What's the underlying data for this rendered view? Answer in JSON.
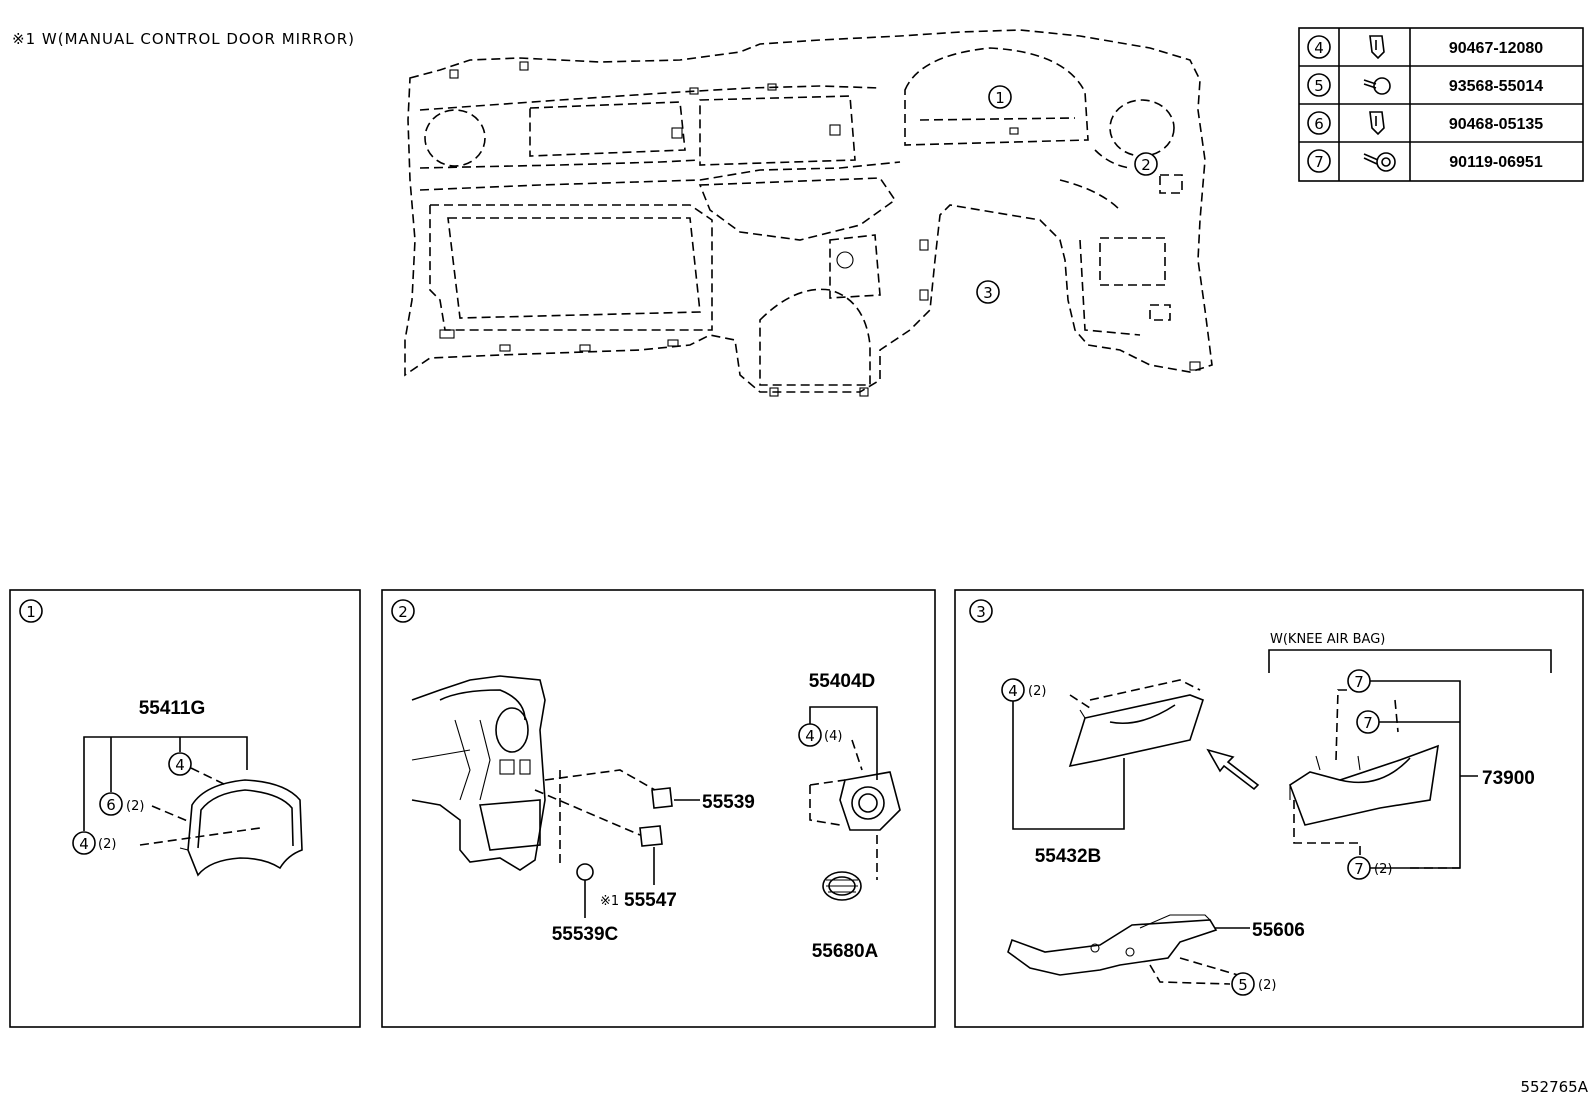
{
  "note": "※1 W(MANUAL  CONTROL  DOOR  MIRROR)",
  "diagram_id": "552765A",
  "main_callouts": [
    "1",
    "2",
    "3"
  ],
  "fastener_table": [
    {
      "ref": "4",
      "part": "90467-12080"
    },
    {
      "ref": "5",
      "part": "93568-55014"
    },
    {
      "ref": "6",
      "part": "90468-05135"
    },
    {
      "ref": "7",
      "part": "90119-06951"
    }
  ],
  "panel1": {
    "num": "1",
    "part": "55411G",
    "callouts": [
      {
        "ref": "4",
        "qty": ""
      },
      {
        "ref": "6",
        "qty": "(2)"
      },
      {
        "ref": "4",
        "qty": "(2)"
      }
    ]
  },
  "panel2": {
    "num": "2",
    "parts": [
      "55539",
      "55547",
      "55539C",
      "55404D",
      "55680A"
    ],
    "mark_55547": "※1",
    "callout": {
      "ref": "4",
      "qty": "(4)"
    }
  },
  "panel3": {
    "num": "3",
    "label_knee": "W(KNEE AIR BAG)",
    "parts": [
      "55432B",
      "73900",
      "55606"
    ],
    "callouts": [
      {
        "ref": "4",
        "qty": "(2)"
      },
      {
        "ref": "7",
        "qty": ""
      },
      {
        "ref": "7",
        "qty": ""
      },
      {
        "ref": "7",
        "qty": "(2)"
      },
      {
        "ref": "5",
        "qty": "(2)"
      }
    ]
  }
}
